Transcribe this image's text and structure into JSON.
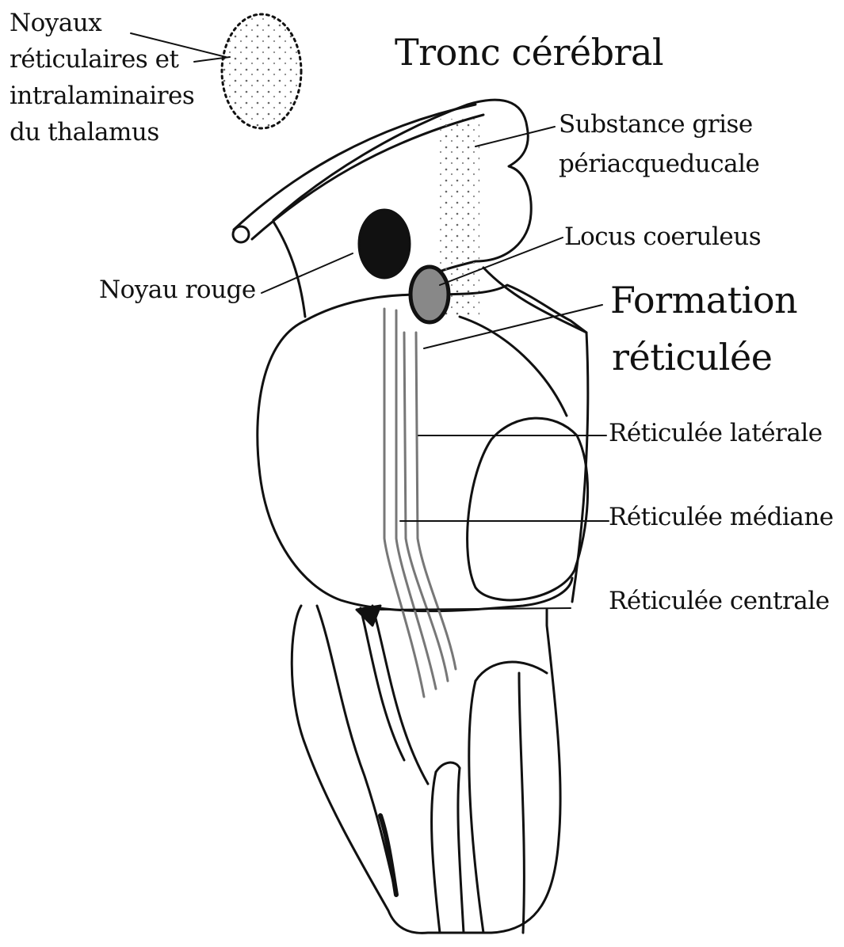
{
  "title": "Tronc cérébral",
  "labels": {
    "noyaux_line1": "Noyaux",
    "noyaux_line2": "réticulaires et",
    "noyaux_line3": "intralaminaires",
    "noyaux_line4": "du thalamus",
    "substance_line1": "Substance grise",
    "substance_line2": "périacqueducale",
    "locus": "Locus coeruleus",
    "noyau_rouge": "Noyau rouge",
    "formation_line1": "Formation",
    "formation_line2": "réticulée",
    "lateral": "Réticulée latérale",
    "mediane": "Réticulée médiane",
    "centrale": "Réticulée centrale"
  }
}
